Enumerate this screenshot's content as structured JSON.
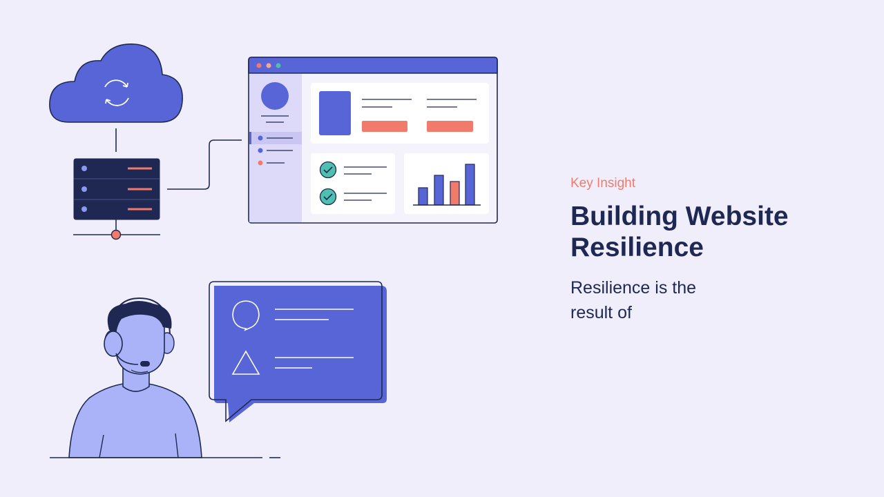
{
  "eyebrow": "Key Insight",
  "headline": "Building Website Resilience",
  "body": "Resilience is the result of",
  "colors": {
    "background": "#f0eefa",
    "primary": "#5865d6",
    "navy": "#1e2852",
    "accent": "#f27a6b",
    "teal": "#4ebfb0",
    "person": "#aab3f7"
  },
  "illustration": {
    "cloud_icon": "cloud-sync-icon",
    "server_icon": "server-rack-icon",
    "dashboard_icon": "browser-dashboard-icon",
    "agent_icon": "support-agent-headset-icon",
    "chat_icon": "chat-bubble-icon"
  }
}
